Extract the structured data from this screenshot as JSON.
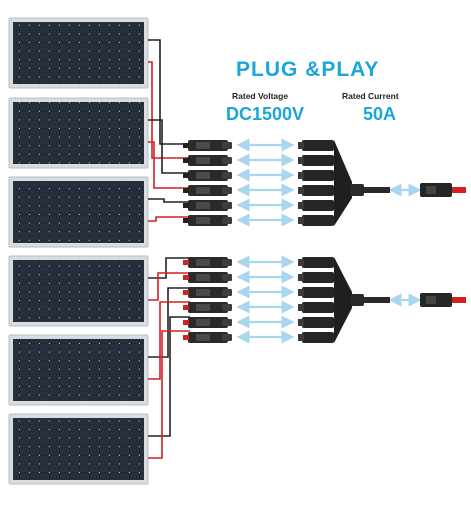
{
  "headline": "PLUG &PLAY",
  "specs": {
    "voltage_label": "Rated Voltage",
    "voltage_value": "DC1500V",
    "current_label": "Rated Current",
    "current_value": "50A"
  },
  "colors": {
    "accent_text": "#1aa6d8",
    "arrow": "#a9d6ee",
    "wire_positive": "#d42020",
    "wire_negative": "#222222",
    "panel_cell": "#1f2630",
    "panel_frame": "#d9dde2"
  },
  "components": {
    "solar_panel_count": 6,
    "branch_connector_groups": 2,
    "connectors_per_group": 6,
    "y_branch_connector_count": 2,
    "single_plug_count": 2
  }
}
